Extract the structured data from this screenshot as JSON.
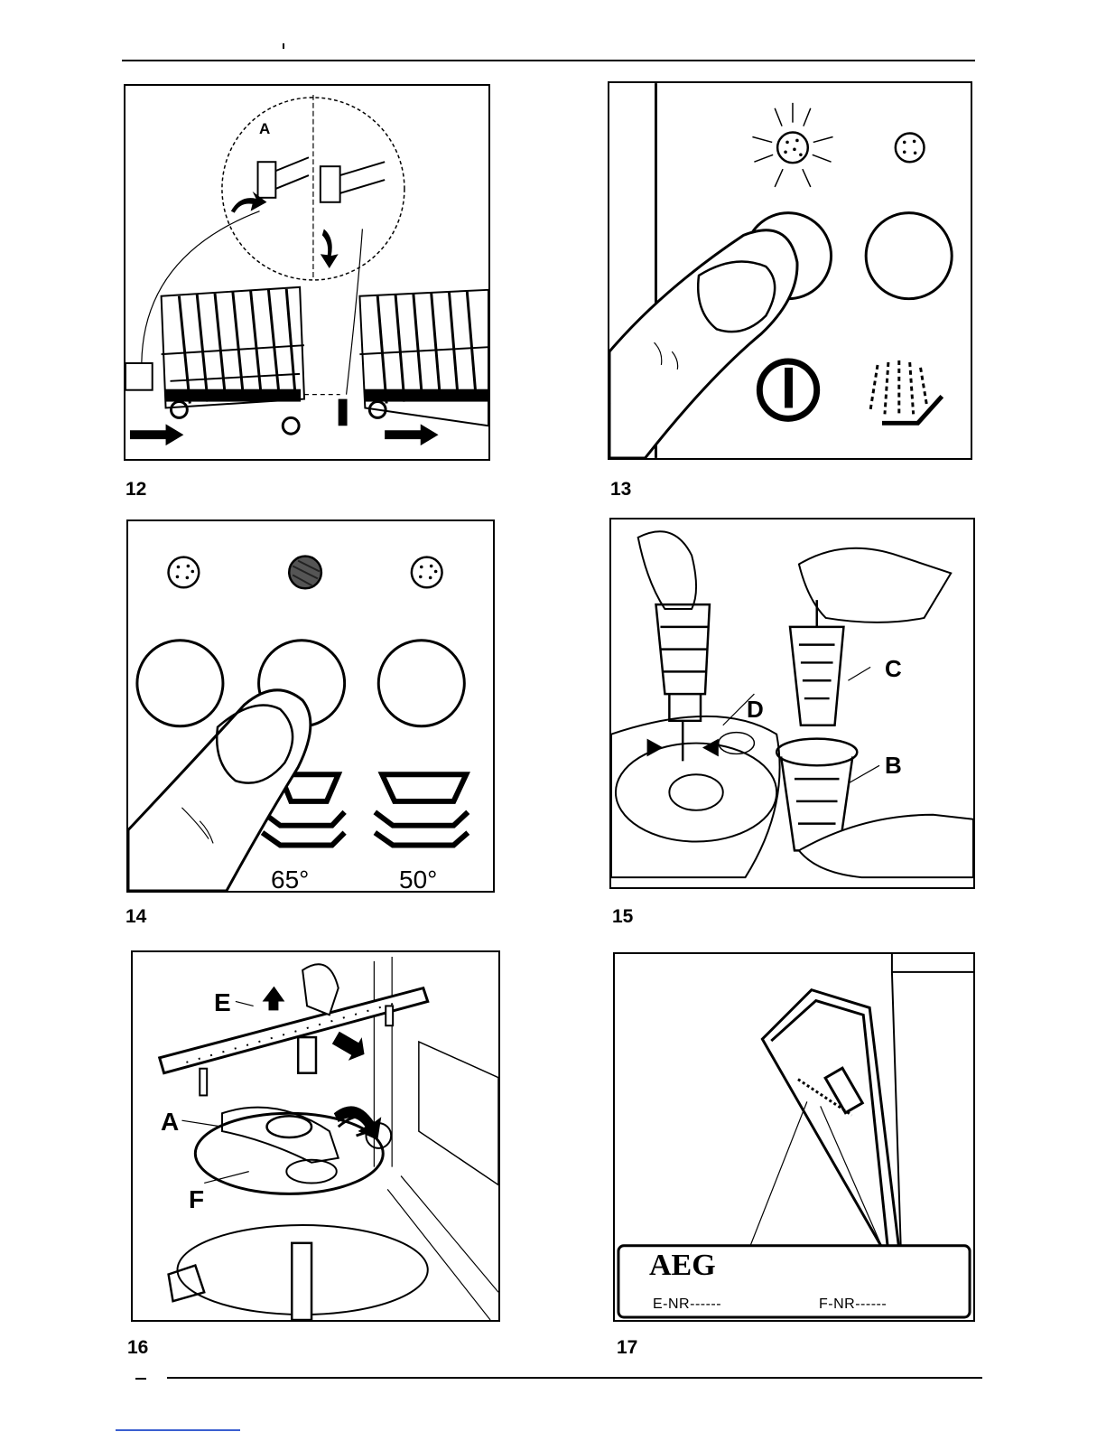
{
  "figures": [
    {
      "number": "12",
      "labels": [
        "A"
      ]
    },
    {
      "number": "13",
      "labels": []
    },
    {
      "number": "14",
      "temperatures": [
        "65°",
        "50°"
      ]
    },
    {
      "number": "15",
      "labels": [
        "C",
        "D",
        "B"
      ]
    },
    {
      "number": "16",
      "labels": [
        "E",
        "A",
        "F"
      ]
    },
    {
      "number": "17",
      "plate": {
        "brand": "AEG",
        "e_nr": "E-NR------",
        "f_nr": "F-NR------"
      }
    }
  ],
  "icons": {
    "fig12": [
      "basket-rail-icon",
      "rotate-arrow-icon",
      "push-arrow-icon"
    ],
    "fig13": [
      "indicator-light-icon",
      "power-symbol-icon",
      "spray-icon"
    ],
    "fig14": [
      "indicator-light-icon",
      "wash-basin-icon"
    ],
    "fig15": [
      "filter-cylinder-icon",
      "hand-icon"
    ],
    "fig16": [
      "spray-arm-icon",
      "rotate-arrow-icon"
    ],
    "fig17": [
      "door-icon",
      "rating-plate-icon"
    ]
  }
}
